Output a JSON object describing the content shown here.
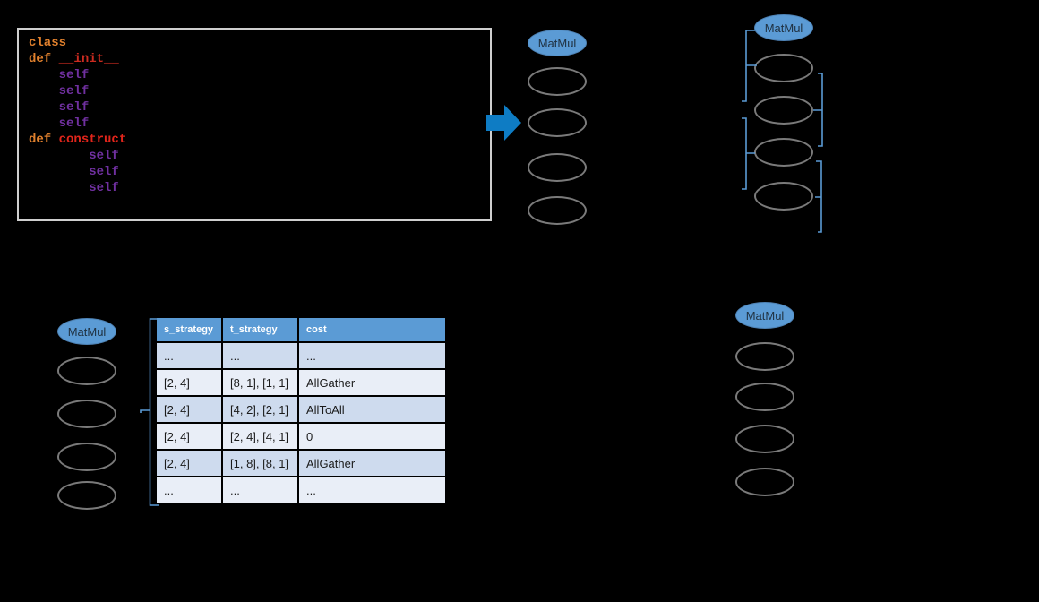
{
  "code_panel": {
    "lines": [
      {
        "tokens": [
          {
            "t": "class",
            "c": "kw"
          }
        ]
      },
      {
        "tokens": [
          {
            "t": "def ",
            "c": "kw"
          },
          {
            "t": "__init__",
            "c": "fn-red"
          }
        ]
      },
      {
        "tokens": [
          {
            "t": "    ",
            "c": "plain"
          },
          {
            "t": "self",
            "c": "self"
          }
        ]
      },
      {
        "tokens": [
          {
            "t": "    ",
            "c": "plain"
          },
          {
            "t": "self",
            "c": "self"
          }
        ]
      },
      {
        "tokens": [
          {
            "t": "    ",
            "c": "plain"
          },
          {
            "t": "self",
            "c": "self"
          }
        ]
      },
      {
        "tokens": [
          {
            "t": "    ",
            "c": "plain"
          },
          {
            "t": "self",
            "c": "self"
          }
        ]
      },
      {
        "tokens": [
          {
            "t": "def ",
            "c": "kw"
          },
          {
            "t": "construct",
            "c": "fn-red2"
          }
        ]
      },
      {
        "tokens": [
          {
            "t": "        ",
            "c": "plain"
          },
          {
            "t": "self",
            "c": "self"
          }
        ]
      },
      {
        "tokens": [
          {
            "t": "        ",
            "c": "plain"
          },
          {
            "t": "self",
            "c": "self"
          }
        ]
      },
      {
        "tokens": [
          {
            "t": "        ",
            "c": "plain"
          },
          {
            "t": "self",
            "c": "self"
          }
        ]
      }
    ]
  },
  "graphs": [
    {
      "label": "MatMul"
    },
    {
      "label": "MatMul"
    },
    {
      "label": "MatMul"
    },
    {
      "label": "MatMul"
    }
  ],
  "table": {
    "headers": [
      "s_strategy",
      "t_strategy",
      "cost"
    ],
    "rows": [
      [
        "...",
        "...",
        "..."
      ],
      [
        "[2, 4]",
        "[8, 1], [1, 1]",
        "AllGather"
      ],
      [
        "[2, 4]",
        "[4, 2], [2, 1]",
        "AllToAll"
      ],
      [
        "[2, 4]",
        "[2, 4], [4, 1]",
        "0"
      ],
      [
        "[2, 4]",
        "[1, 8], [8, 1]",
        "AllGather"
      ],
      [
        "...",
        "...",
        "..."
      ]
    ]
  },
  "colors": {
    "node_fill": "#5B9BD5",
    "node_stroke": "#7A7A7A",
    "bracket": "#5B9BD5",
    "arrow": "#0E7CC4",
    "table_header_bg": "#5B9BD5",
    "row_medium": "#CEDBEE",
    "row_light": "#E9EEF7",
    "code_keyword_orange": "#E0802D",
    "code_init_red": "#CB2B20",
    "code_construct_red": "#E2251B",
    "code_self_purple": "#7030A0"
  }
}
